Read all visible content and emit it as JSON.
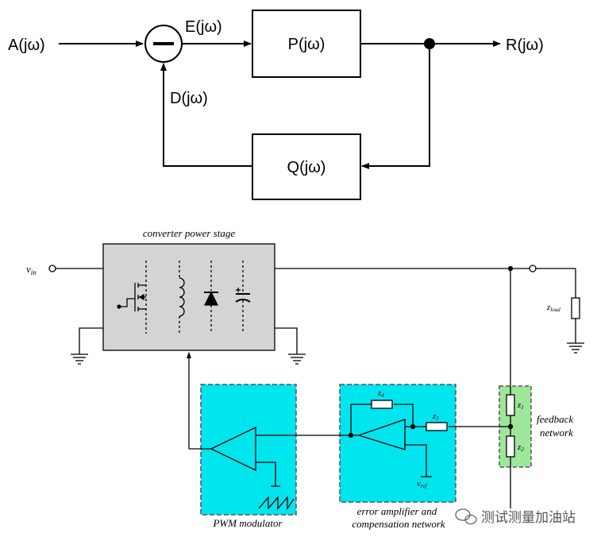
{
  "block_diagram": {
    "input": "A(jω)",
    "error": "E(jω)",
    "feedback_signal": "D(jω)",
    "forward_block": "P(jω)",
    "feedback_block": "Q(jω)",
    "output": "R(jω)"
  },
  "circuit": {
    "power_stage": "converter power stage",
    "vin_main": "v",
    "vin_sub": "in",
    "zload_main": "z",
    "zload_sub": "load",
    "z1_main": "z",
    "z1_sub": "1",
    "z2_main": "z",
    "z2_sub": "2",
    "z3_main": "z",
    "z3_sub": "3",
    "z4_main": "z",
    "z4_sub": "4",
    "vref_main": "v",
    "vref_sub": "ref",
    "feedback_line1": "feedback",
    "feedback_line2": "network",
    "pwm": "PWM modulator",
    "error_amp_line1": "error amplifier and",
    "error_amp_line2": "compensation network"
  },
  "watermark": "测试测量加油站",
  "colors": {
    "power_stage_fill": "#d4d4d4",
    "cyan_box": "#00e5ee",
    "green_box": "#9ee69a"
  }
}
